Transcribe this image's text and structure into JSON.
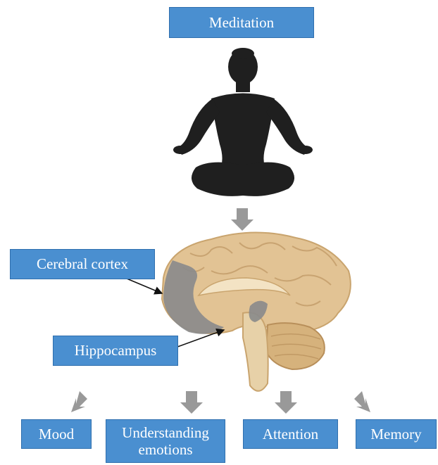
{
  "diagram": {
    "top_label": "Meditation",
    "brain_labels": {
      "cortex": "Cerebral cortex",
      "hippocampus": "Hippocampus"
    },
    "outcomes": [
      "Mood",
      "Understanding emotions",
      "Attention",
      "Memory"
    ]
  },
  "colors": {
    "box_fill": "#4a8fd0",
    "box_border": "#2f6fae",
    "arrow_gray": "#999999",
    "silhouette": "#1f1f1f",
    "brain_tan": "#e2c394",
    "cortex_highlight": "#8b8b8b"
  },
  "icons": [
    "meditating-person-icon",
    "brain-illustration",
    "down-arrow-icon"
  ]
}
